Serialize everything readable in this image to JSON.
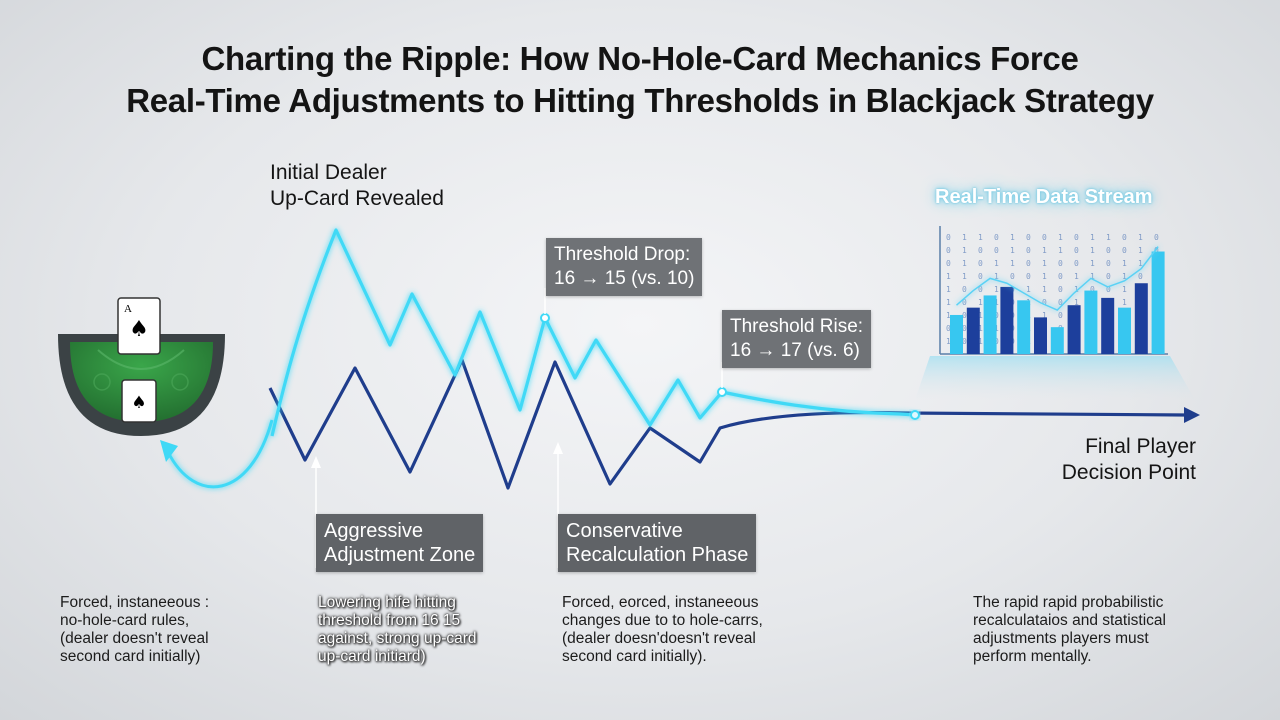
{
  "title": {
    "line1": "Charting the Ripple: How No-Hole-Card Mechanics Force",
    "line2": "Real-Time Adjustments to Hitting Thresholds in Blackjack Strategy"
  },
  "labels": {
    "initial_line1": "Initial Dealer",
    "initial_line2": "Up-Card Revealed",
    "stream": "Real-Time Data Stream",
    "final_line1": "Final Player",
    "final_line2": "Decision Point"
  },
  "callouts": {
    "drop_line1": "Threshold Drop:",
    "drop_line2": "16 → 15 (vs. 10)",
    "rise_line1": "Threshold Rise:",
    "rise_line2": "16 → 17 (vs. 6)",
    "aggressive_line1": "Aggressive",
    "aggressive_line2": "Adjustment Zone",
    "conservative_line1": "Conservative",
    "conservative_line2": "Recalculation Phase"
  },
  "notes": {
    "n1": [
      "Forced, instaneeous :",
      "no-hole-card rules,",
      "(dealer doesn't reveal",
      "second card initially)"
    ],
    "n2": [
      "Lowering hife hitting",
      "threshold from 16 15",
      "against, strong up-card",
      "up-card initiard)"
    ],
    "n3": [
      "Forced, eorced, instaneeous",
      "changes due to to hole-carrs,",
      "(dealer doesn'doesn't reveal",
      "second card initially)."
    ],
    "n4": [
      "The rapid rapid probabilistic",
      "recalculataios and statistical",
      "adjustments players must",
      "perform mentally."
    ]
  },
  "cards": {
    "top_rank": "A",
    "top_suit": "♠",
    "bottom_suit": "♠"
  },
  "colors": {
    "cyan_line": "#3fd9f6",
    "navy_line": "#1f3d8c",
    "felt": "#2f8f3f",
    "table_rim": "#3b4245",
    "callout_bg": "#6f7276"
  },
  "chart_data": {
    "type": "bar",
    "values": [
      32,
      38,
      48,
      55,
      44,
      30,
      22,
      40,
      52,
      46,
      38,
      58,
      84
    ],
    "line": [
      40,
      52,
      62,
      58,
      50,
      42,
      36,
      50,
      62,
      55,
      60,
      70,
      88
    ]
  }
}
